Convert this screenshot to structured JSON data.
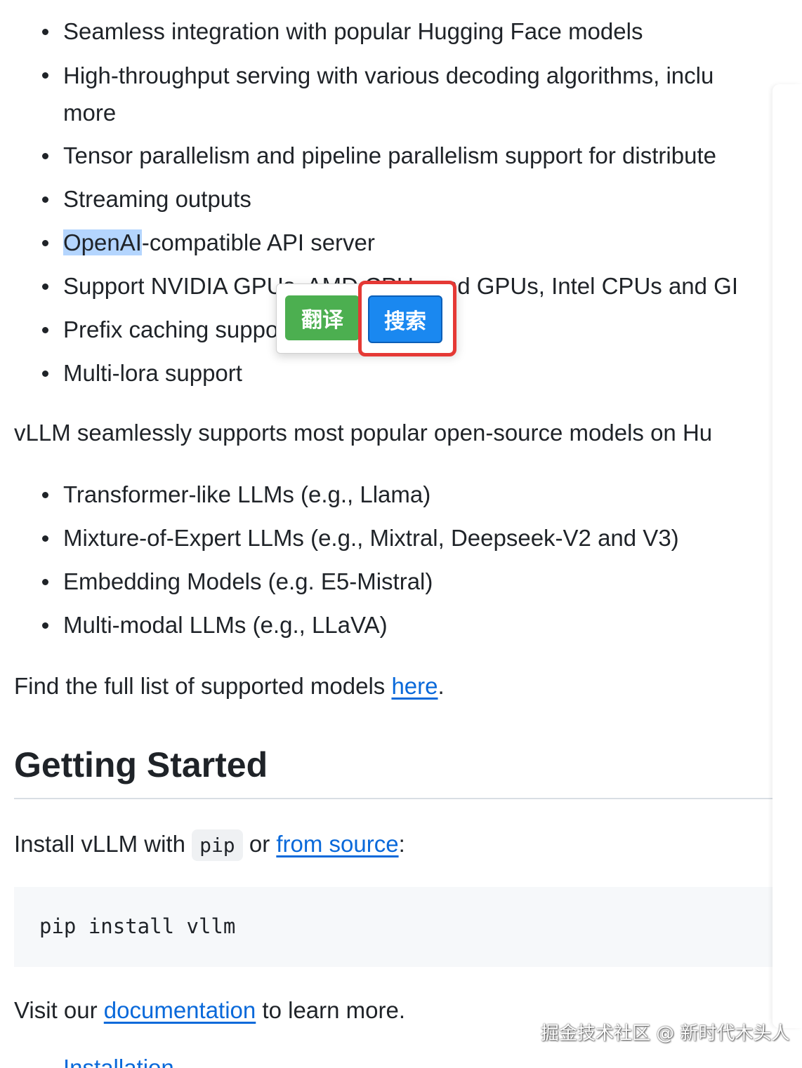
{
  "features": {
    "items": [
      "Seamless integration with popular Hugging Face models",
      "High-throughput serving with various decoding algorithms, inclu",
      "more",
      "Tensor parallelism and pipeline parallelism support for distribute",
      "Streaming outputs",
      "OpenAI",
      "-compatible API server",
      "Support NVIDIA GPUs, AMD CPUs and GPUs, Intel CPUs and GI",
      "Prefix caching support",
      "Multi-lora support"
    ]
  },
  "models_intro": "vLLM seamlessly supports most popular open-source models on Hu",
  "model_types": [
    "Transformer-like LLMs (e.g., Llama)",
    "Mixture-of-Expert LLMs (e.g., Mixtral, Deepseek-V2 and V3)",
    "Embedding Models (e.g. E5-Mistral)",
    "Multi-modal LLMs (e.g., LLaVA)"
  ],
  "full_list": {
    "prefix": "Find the full list of supported models ",
    "link": "here",
    "suffix": "."
  },
  "getting_started": {
    "heading": "Getting Started",
    "install_prefix": "Install vLLM with ",
    "pip_code": "pip",
    "install_mid": " or ",
    "from_source_link": "from source",
    "install_suffix": ":",
    "code": "pip install vllm",
    "visit_prefix": "Visit our ",
    "documentation_link": "documentation",
    "visit_suffix": " to learn more.",
    "installation_link": "Installation"
  },
  "popup": {
    "translate_label": "翻译",
    "search_label": "搜索"
  },
  "watermark": "掘金技术社区 @ 新时代木头人",
  "colors": {
    "link": "#0969da",
    "translate_button": "#4caf50",
    "search_button": "#1a88f0",
    "highlight_box": "#e53935",
    "selection": "#b4d5fe"
  }
}
